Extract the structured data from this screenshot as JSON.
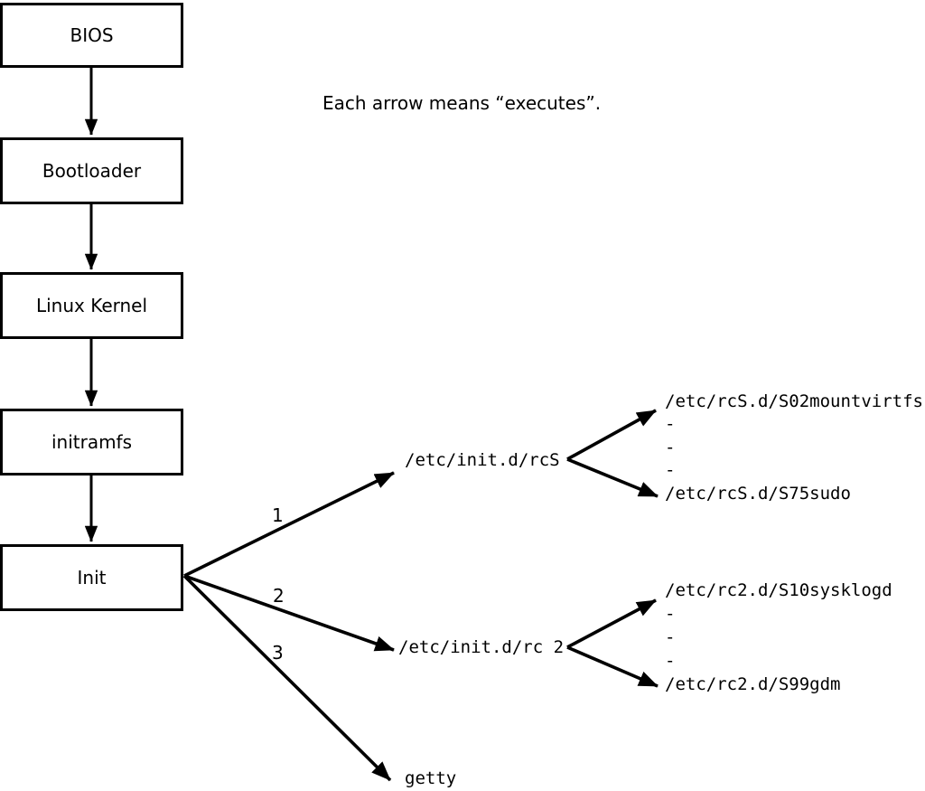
{
  "note": "Each arrow means “executes”.",
  "chain": [
    {
      "label": "BIOS"
    },
    {
      "label": "Bootloader"
    },
    {
      "label": "Linux Kernel"
    },
    {
      "label": "initramfs"
    },
    {
      "label": "Init"
    }
  ],
  "init_branches": [
    {
      "order": "1",
      "target": "/etc/init.d/rcS"
    },
    {
      "order": "2",
      "target": "/etc/init.d/rc 2"
    },
    {
      "order": "3",
      "target": "getty"
    }
  ],
  "rcs_scripts": [
    "/etc/rcS.d/S02mountvirtfs",
    "-",
    "-",
    "-",
    "/etc/rcS.d/S75sudo"
  ],
  "rc2_scripts": [
    "/etc/rc2.d/S10sysklogd",
    "-",
    "-",
    "-",
    "/etc/rc2.d/S99gdm"
  ],
  "colors": {
    "ink": "#000000",
    "background": "#ffffff"
  }
}
